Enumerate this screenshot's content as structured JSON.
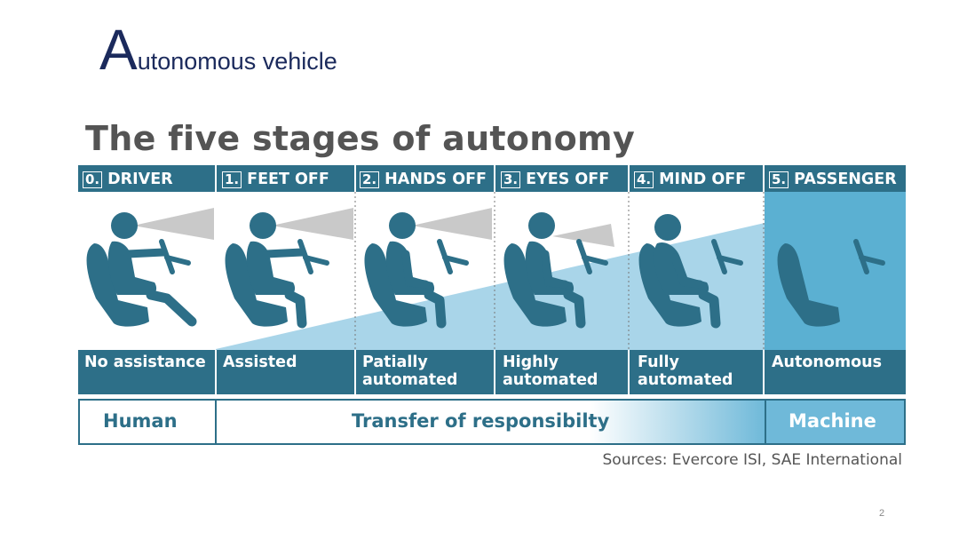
{
  "slide": {
    "title_initial": "A",
    "title_rest": "utonomous vehicle",
    "page_number": "2"
  },
  "infographic": {
    "title": "The five stages of autonomy",
    "stages": [
      {
        "number": "0.",
        "header": "DRIVER",
        "level": "No assistance"
      },
      {
        "number": "1.",
        "header": "FEET OFF",
        "level": "Assisted"
      },
      {
        "number": "2.",
        "header": "HANDS OFF",
        "level": "Patially\nautomated"
      },
      {
        "number": "3.",
        "header": "EYES OFF",
        "level": "Highly\nautomated"
      },
      {
        "number": "4.",
        "header": "MIND OFF",
        "level": "Fully\nautomated"
      },
      {
        "number": "5.",
        "header": "PASSENGER",
        "level": "Autonomous"
      }
    ],
    "responsibility_bar": {
      "human": "Human",
      "transfer": "Transfer of responsibilty",
      "machine": "Machine"
    },
    "sources": "Sources: Evercore ISI, SAE International",
    "colors": {
      "dark_teal": "#2d6f88",
      "light_blue": "#a9d5e9",
      "passenger_blue": "#5bb0d2",
      "title_gray": "#545454",
      "slide_title_navy": "#1b2a5c"
    },
    "icons": [
      "driver-seated-icon",
      "steering-wheel-icon",
      "vision-cone-icon",
      "empty-seat-icon"
    ]
  }
}
